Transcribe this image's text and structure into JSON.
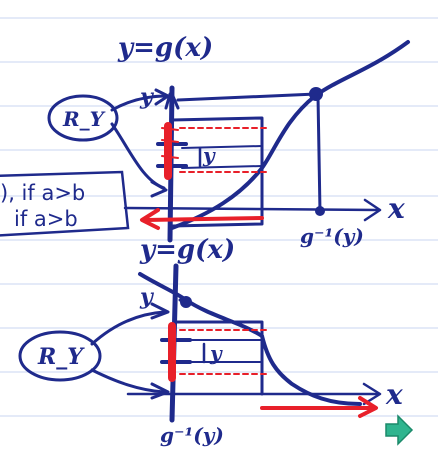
{
  "colors": {
    "ink": "#1f2a8c",
    "red": "#e8202a",
    "rule": "#c9d6f0",
    "nav_arrow": "#2fb58f"
  },
  "top": {
    "function_label": "y=g(x)",
    "y_label": "y",
    "level_label": "y",
    "region_label": "R_Y",
    "x_label": "x",
    "inverse_label": "g⁻¹(y)"
  },
  "bottom": {
    "function_label": "y=g(x)",
    "y_label": "y",
    "level_label": "y",
    "region_label": "R_Y",
    "x_label": "x",
    "inverse_label": "g⁻¹(y)"
  },
  "side_note": {
    "line1": "), if a>b",
    "line2": "if a>b"
  },
  "nav": {
    "next_icon": "arrow-right-icon"
  }
}
